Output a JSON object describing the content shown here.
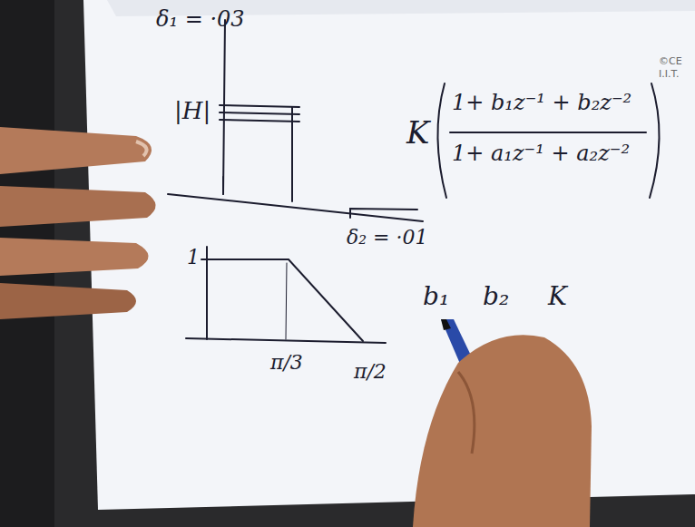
{
  "diagram": {
    "labels": [
      "δ₁ = ·03",
      "|H|",
      "δ₂ = ·01",
      "K",
      "1+ b₁z⁻¹ + b₂z⁻²",
      "1+ a₁z⁻¹ + a₂z⁻²",
      "1",
      "π/3",
      "π/2",
      "b₁",
      "b₂",
      "K",
      "©CE",
      "I.I.T."
    ]
  }
}
